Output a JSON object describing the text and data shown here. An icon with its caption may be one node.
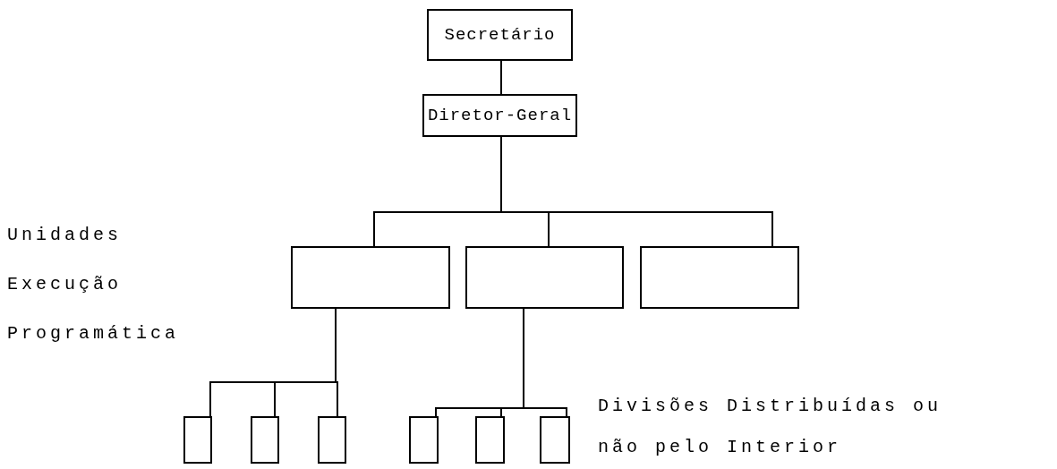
{
  "diagram": {
    "nodes": [
      {
        "text": [
          "Secretário"
        ]
      },
      {
        "text": [
          "Diretor-Geral"
        ]
      },
      {
        "text": [],
        "shape": "box"
      },
      {
        "text": [],
        "shape": "box"
      },
      {
        "text": [],
        "shape": "box"
      },
      {
        "text": [],
        "shape": "box"
      },
      {
        "text": [],
        "shape": "box"
      },
      {
        "text": [],
        "shape": "box"
      },
      {
        "text": [],
        "shape": "box"
      },
      {
        "text": [],
        "shape": "box"
      },
      {
        "text": [],
        "shape": "box"
      }
    ],
    "edges": [
      {
        "from": 0,
        "to": 1,
        "arrow": "none"
      },
      {
        "from": 1,
        "to": 2,
        "arrow": "none"
      },
      {
        "from": 1,
        "to": 3,
        "arrow": "none"
      },
      {
        "from": 1,
        "to": 4,
        "arrow": "none"
      },
      {
        "from": 2,
        "to": 5,
        "arrow": "none"
      },
      {
        "from": 2,
        "to": 6,
        "arrow": "none"
      },
      {
        "from": 2,
        "to": 7,
        "arrow": "none"
      },
      {
        "from": 3,
        "to": 8,
        "arrow": "none"
      },
      {
        "from": 3,
        "to": 9,
        "arrow": "none"
      },
      {
        "from": 3,
        "to": 10,
        "arrow": "none"
      }
    ],
    "labels": [
      "Unidades Execução Programática",
      "Divisões Distribuídas ou não pelo Interior"
    ]
  }
}
